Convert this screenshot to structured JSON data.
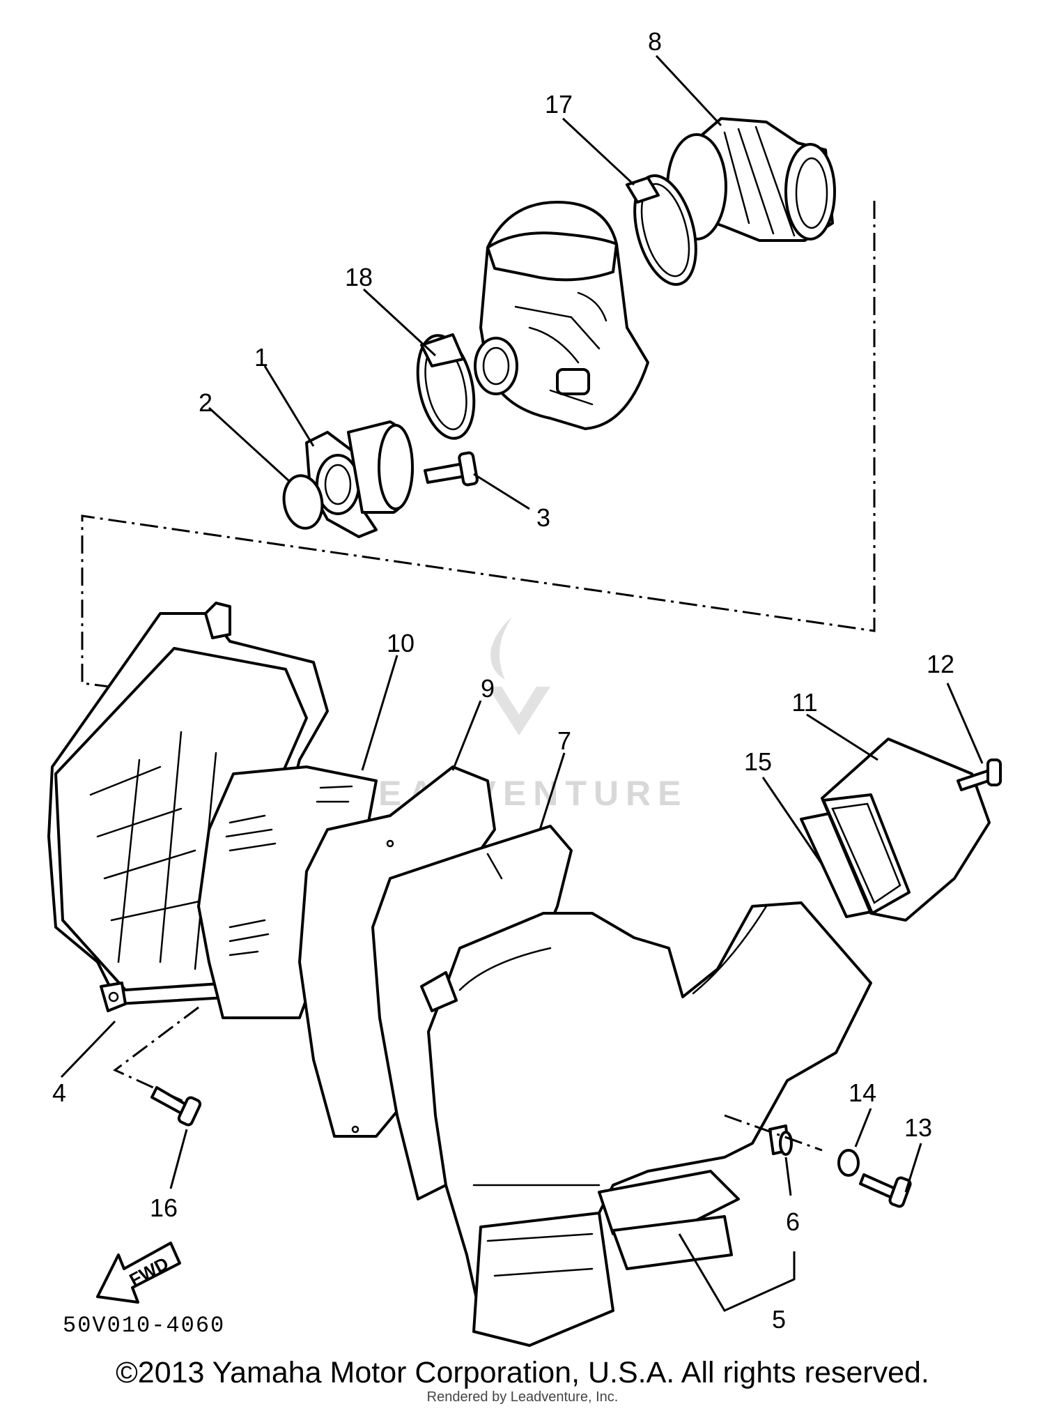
{
  "diagram": {
    "callouts": [
      "1",
      "2",
      "3",
      "4",
      "5",
      "6",
      "7",
      "8",
      "9",
      "10",
      "11",
      "12",
      "13",
      "14",
      "15",
      "16",
      "17",
      "18"
    ],
    "fwd_label": "FWD",
    "diagram_code": "50V010-4060"
  },
  "footer": {
    "copyright": "©2013 Yamaha Motor Corporation, U.S.A. All rights reserved.",
    "rendered_by": "Rendered by Leadventure, Inc."
  },
  "watermark": {
    "text": "LEADVENTURE"
  }
}
